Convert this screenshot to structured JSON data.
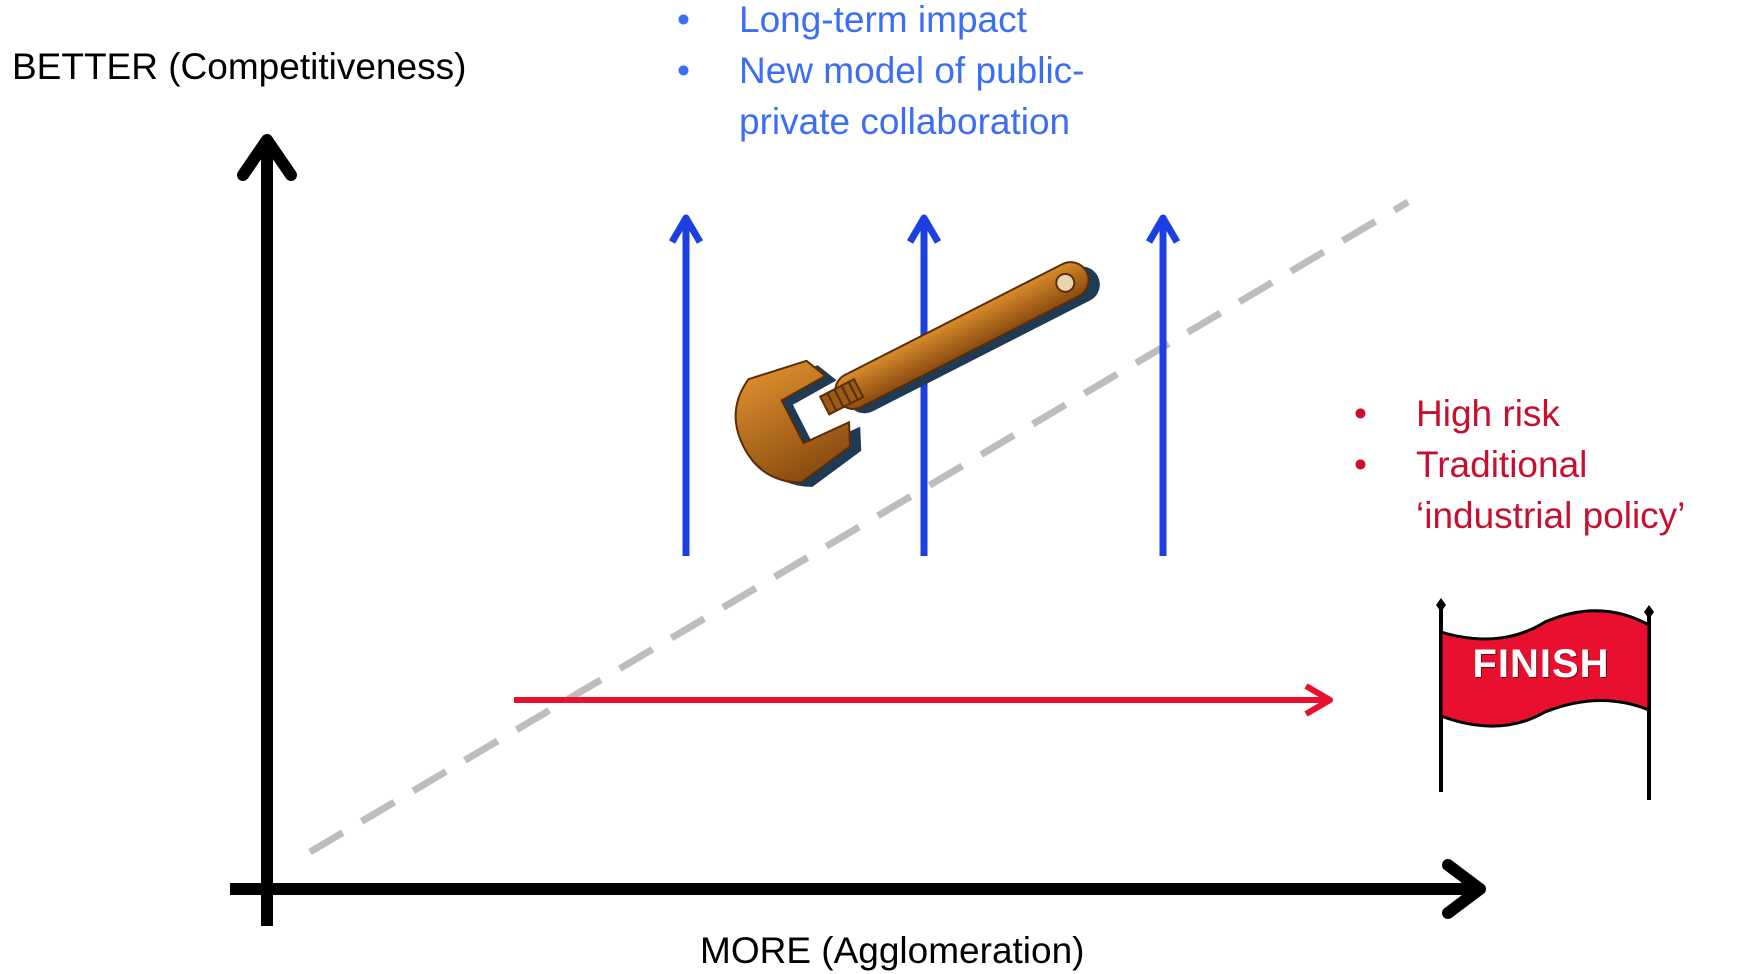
{
  "axes": {
    "y_label": "BETTER (Competitiveness)",
    "x_label": "MORE (Agglomeration)"
  },
  "blue_notes": {
    "color": "#3B6EF5",
    "items": [
      "Long-term impact",
      "New model of public-\nprivate collaboration"
    ]
  },
  "red_notes": {
    "color": "#C8102E",
    "items": [
      "High risk",
      "Traditional\n‘industrial policy’"
    ]
  },
  "flag": {
    "text": "FINISH",
    "color": "#E8102E"
  },
  "icons": {
    "wrench": "wrench-icon",
    "flag": "finish-flag-icon"
  }
}
